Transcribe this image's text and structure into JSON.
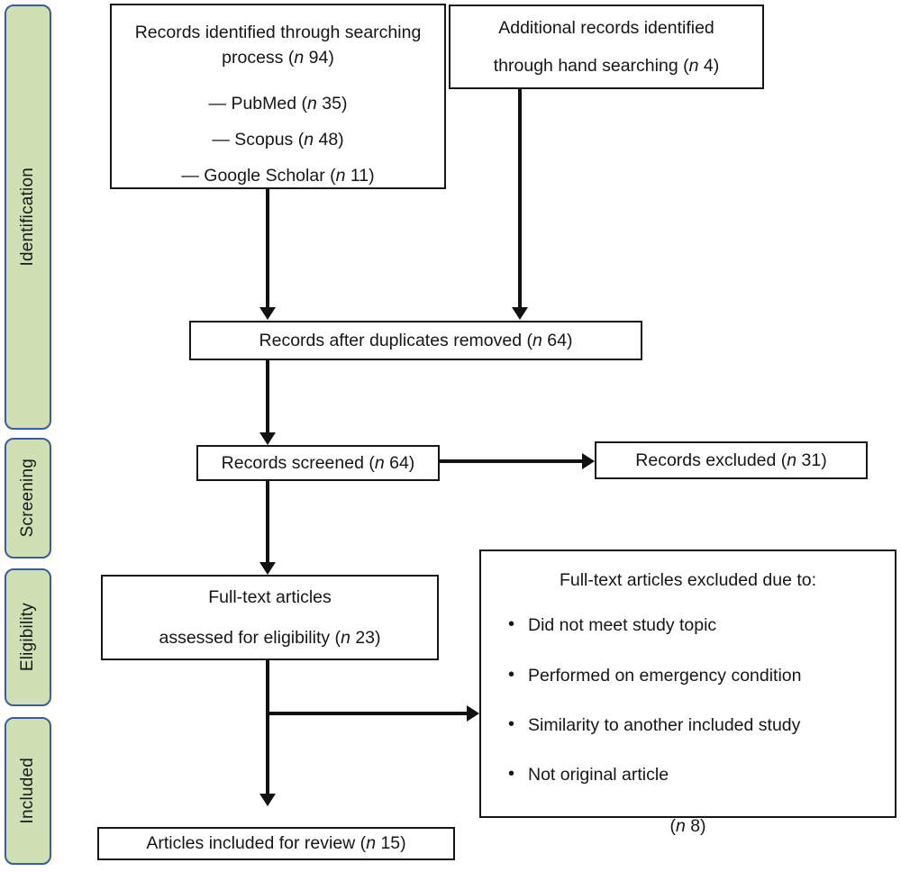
{
  "diagram": {
    "title": "PRISMA study selection flow diagram",
    "phases": [
      {
        "label": "Identification"
      },
      {
        "label": "Screening"
      },
      {
        "label": "Eligibility"
      },
      {
        "label": "Included"
      }
    ],
    "nodes": {
      "identified": {
        "line1": "Records identified through searching",
        "line2": "process (n 94)",
        "sources": [
          "— PubMed (n 35)",
          "—  Scopus (n 48)",
          "— Google Scholar (n 11)"
        ]
      },
      "additional": {
        "line1": "Additional  records identified",
        "line2": "through hand searching (n 4)"
      },
      "duplicates_removed": {
        "line1": "Records after duplicates removed (n 64)"
      },
      "screened": {
        "line1": "Records screened (n 64)"
      },
      "records_excluded": {
        "line1": "Records excluded (n 31)"
      },
      "fulltext_assessed": {
        "line1": "Full-text articles",
        "line2": "assessed for eligibility (n 23)"
      },
      "fulltext_excluded": {
        "title": "Full-text articles excluded due to:",
        "reasons": [
          "Did not meet study topic",
          "Performed on emergency condition",
          "Similarity to another included study",
          "Not original article"
        ],
        "count": "(n 8)"
      },
      "included": {
        "line1": "Articles included for review (n 15)"
      }
    },
    "colors": {
      "phase_fill": "#cfe0b4",
      "phase_border": "#3c5c9c",
      "node_border": "#161616",
      "connector": "#111111",
      "background": "#ffffff"
    }
  }
}
